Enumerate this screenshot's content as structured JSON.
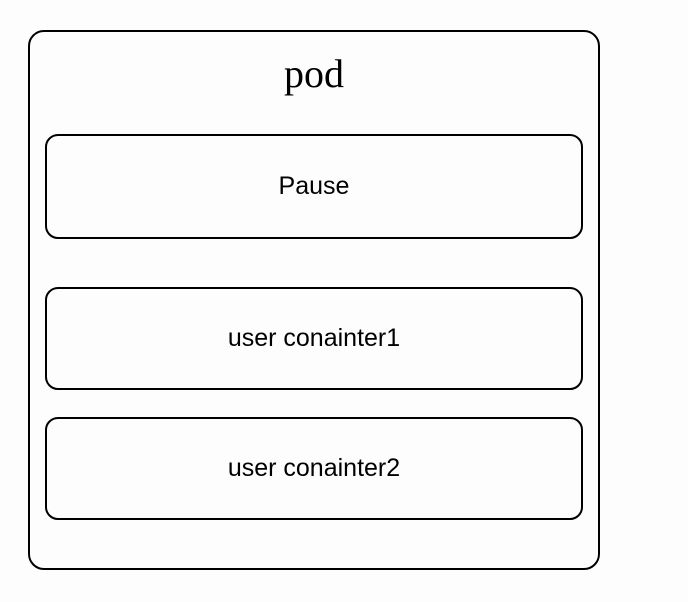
{
  "diagram": {
    "pod_label": "pod",
    "containers": [
      {
        "label": "Pause"
      },
      {
        "label": "user conainter1"
      },
      {
        "label": "user conainter2"
      }
    ],
    "colors": {
      "border": "#000000",
      "background": "#fdfdfd",
      "text": "#000000"
    }
  }
}
